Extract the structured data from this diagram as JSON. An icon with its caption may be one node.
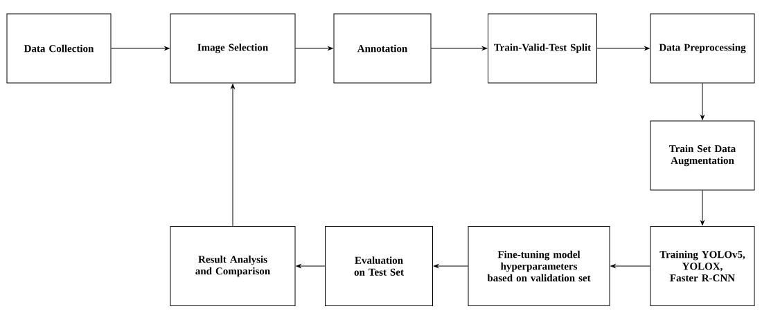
{
  "diagram": {
    "nodes": [
      {
        "text": [
          "Data Collection"
        ]
      },
      {
        "text": [
          "Image Selection"
        ]
      },
      {
        "text": [
          "Annotation"
        ]
      },
      {
        "text": [
          "Train-Valid-Test Split"
        ]
      },
      {
        "text": [
          "Data Preprocessing"
        ]
      },
      {
        "text": [
          "Train Set Data Augmentation"
        ]
      },
      {
        "text": [
          "Training YOLOv5, YOLOX, Faster R-CNN"
        ]
      },
      {
        "text": [
          "Fine-tuning model hyperparameters based on validation set"
        ]
      },
      {
        "text": [
          "Evaluation on Test Set"
        ]
      },
      {
        "text": [
          "Result Analysis and Comparison"
        ]
      }
    ],
    "edges": [
      {
        "from": 0,
        "to": 1,
        "arrow": "to"
      },
      {
        "from": 1,
        "to": 2,
        "arrow": "to"
      },
      {
        "from": 2,
        "to": 3,
        "arrow": "to"
      },
      {
        "from": 3,
        "to": 4,
        "arrow": "to"
      },
      {
        "from": 4,
        "to": 5,
        "arrow": "to"
      },
      {
        "from": 5,
        "to": 6,
        "arrow": "to"
      },
      {
        "from": 6,
        "to": 7,
        "arrow": "to"
      },
      {
        "from": 7,
        "to": 8,
        "arrow": "to"
      },
      {
        "from": 8,
        "to": 9,
        "arrow": "to"
      },
      {
        "from": 9,
        "to": 1,
        "arrow": "to"
      }
    ]
  }
}
